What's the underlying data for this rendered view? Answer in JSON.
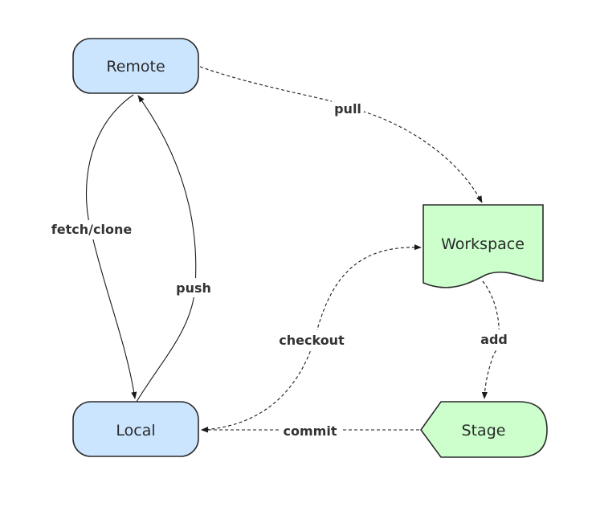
{
  "nodes": {
    "remote": {
      "label": "Remote",
      "fill": "#cce5ff"
    },
    "workspace": {
      "label": "Workspace",
      "fill": "#ccffcc"
    },
    "local": {
      "label": "Local",
      "fill": "#cce5ff"
    },
    "stage": {
      "label": "Stage",
      "fill": "#ccffcc"
    }
  },
  "edges": {
    "pull": {
      "label": "pull",
      "style": "dashed"
    },
    "fetch_clone": {
      "label": "fetch/clone",
      "style": "solid"
    },
    "push": {
      "label": "push",
      "style": "solid"
    },
    "checkout": {
      "label": "checkout",
      "style": "dashed"
    },
    "add": {
      "label": "add",
      "style": "dashed"
    },
    "commit": {
      "label": "commit",
      "style": "dashed"
    }
  }
}
